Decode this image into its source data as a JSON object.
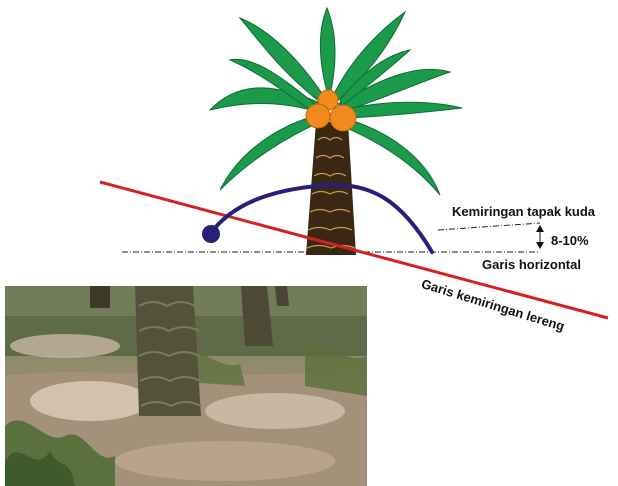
{
  "labels": {
    "tapak_kuda": "Kemiringan tapak kuda",
    "percent": "8-10%",
    "horizontal": "Garis horizontal",
    "lereng": "Garis kemiringan lereng"
  },
  "colors": {
    "slope_line": "#d42020",
    "terrace_curve": "#26207a",
    "palm_leaf": "#1a9a4a",
    "palm_trunk": "#3a2814",
    "fruit": "#f08a1c"
  },
  "photo": {
    "description_icon": "oil-palm-plantation-photo"
  }
}
